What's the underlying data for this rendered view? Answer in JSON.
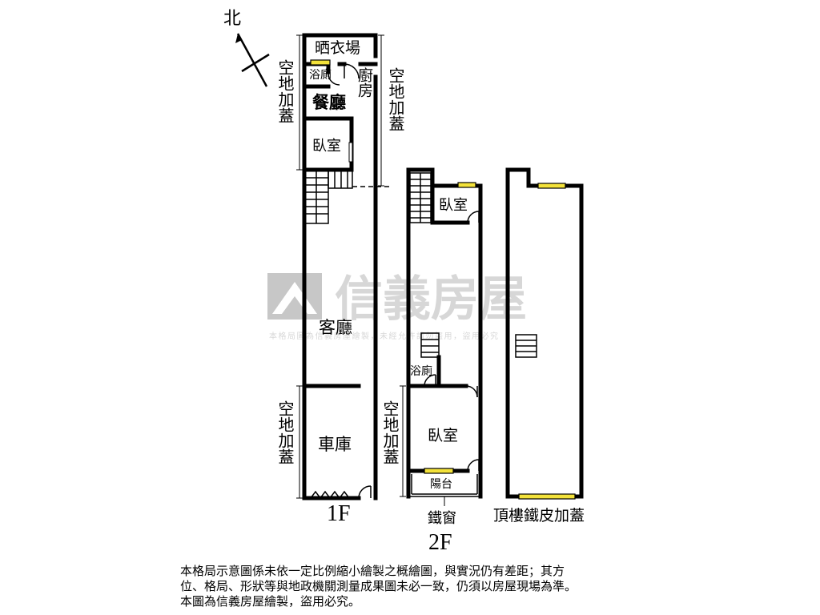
{
  "compass": {
    "label": "北"
  },
  "watermark": {
    "brand": "信義房屋",
    "notice": "本格局圖為信義房屋繪製，未經允許請勿盜用，盜用必究"
  },
  "floor1": {
    "label": "1F",
    "rooms": {
      "laundry": "晒衣場",
      "bathroom": "浴廁",
      "kitchen": "廚房",
      "dining": "餐廳",
      "bedroom": "臥室",
      "living": "客廳",
      "garage": "車庫"
    },
    "extensions": {
      "left_upper": "空地加蓋",
      "right_upper": "空地加蓋",
      "left_lower": "空地加蓋"
    }
  },
  "floor2": {
    "label": "2F",
    "rooms": {
      "bedroom_top": "臥室",
      "bathroom": "浴廁",
      "bedroom_bottom": "臥室",
      "balcony": "陽台"
    },
    "extension": "空地加蓋",
    "window_note": "鐵窗"
  },
  "roof": {
    "label": "頂樓鐵皮加蓋"
  },
  "footnote": {
    "line1": "本格局示意圖係未依一定比例縮小繪製之概繪圖，與實況仍有差距；其方",
    "line2": "位、格局、形狀等與地政機關測量成果圖未必一致，仍須以房屋現場為準。",
    "line3": "本圖為信義房屋繪製，盜用必究。"
  },
  "colors": {
    "wall": "#000000",
    "window": "#f3e23a",
    "watermark": "#b7b7b7"
  }
}
